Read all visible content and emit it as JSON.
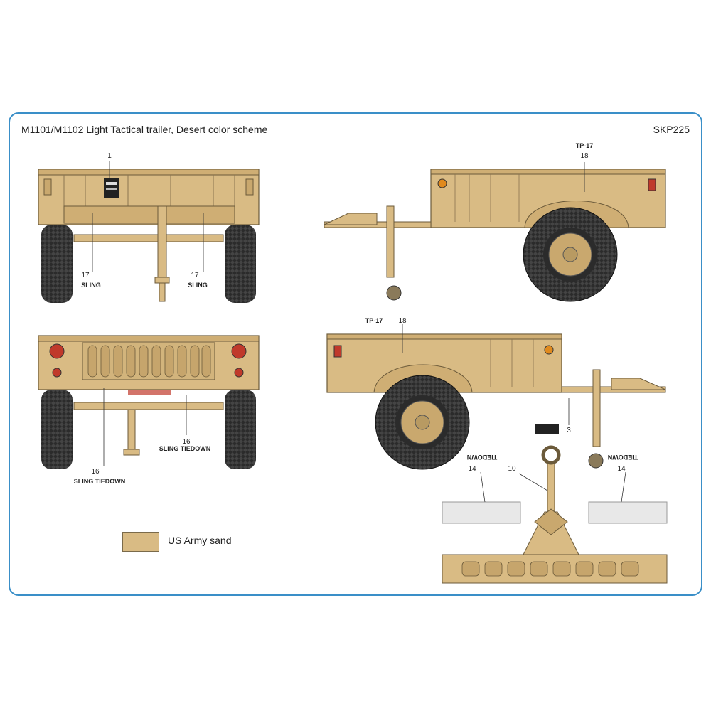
{
  "title": "M1101/M1102 Light Tactical trailer, Desert color scheme",
  "sheet_code": "SKP225",
  "colors": {
    "frame_border": "#3a8fc8",
    "us_army_sand": "#d9bb84",
    "tire": "#2b2b2b",
    "tail_light_red": "#c0392b",
    "marker_amber": "#e08a1e"
  },
  "callouts": {
    "c1": "1",
    "c3": "3",
    "c10": "10",
    "c14a": "14",
    "c14b": "14",
    "c16a": "16",
    "c16b": "16",
    "c17a": "17",
    "c17b": "17",
    "c18a": "18",
    "c18b": "18"
  },
  "stencils": {
    "sling": "SLING",
    "sling_tiedown": "SLING TIEDOWN",
    "tiedown_mirrored": "TIEDOWN",
    "tp17": "TP-17"
  },
  "legend": [
    {
      "label": "US Army sand",
      "color": "#d9bb84"
    }
  ]
}
